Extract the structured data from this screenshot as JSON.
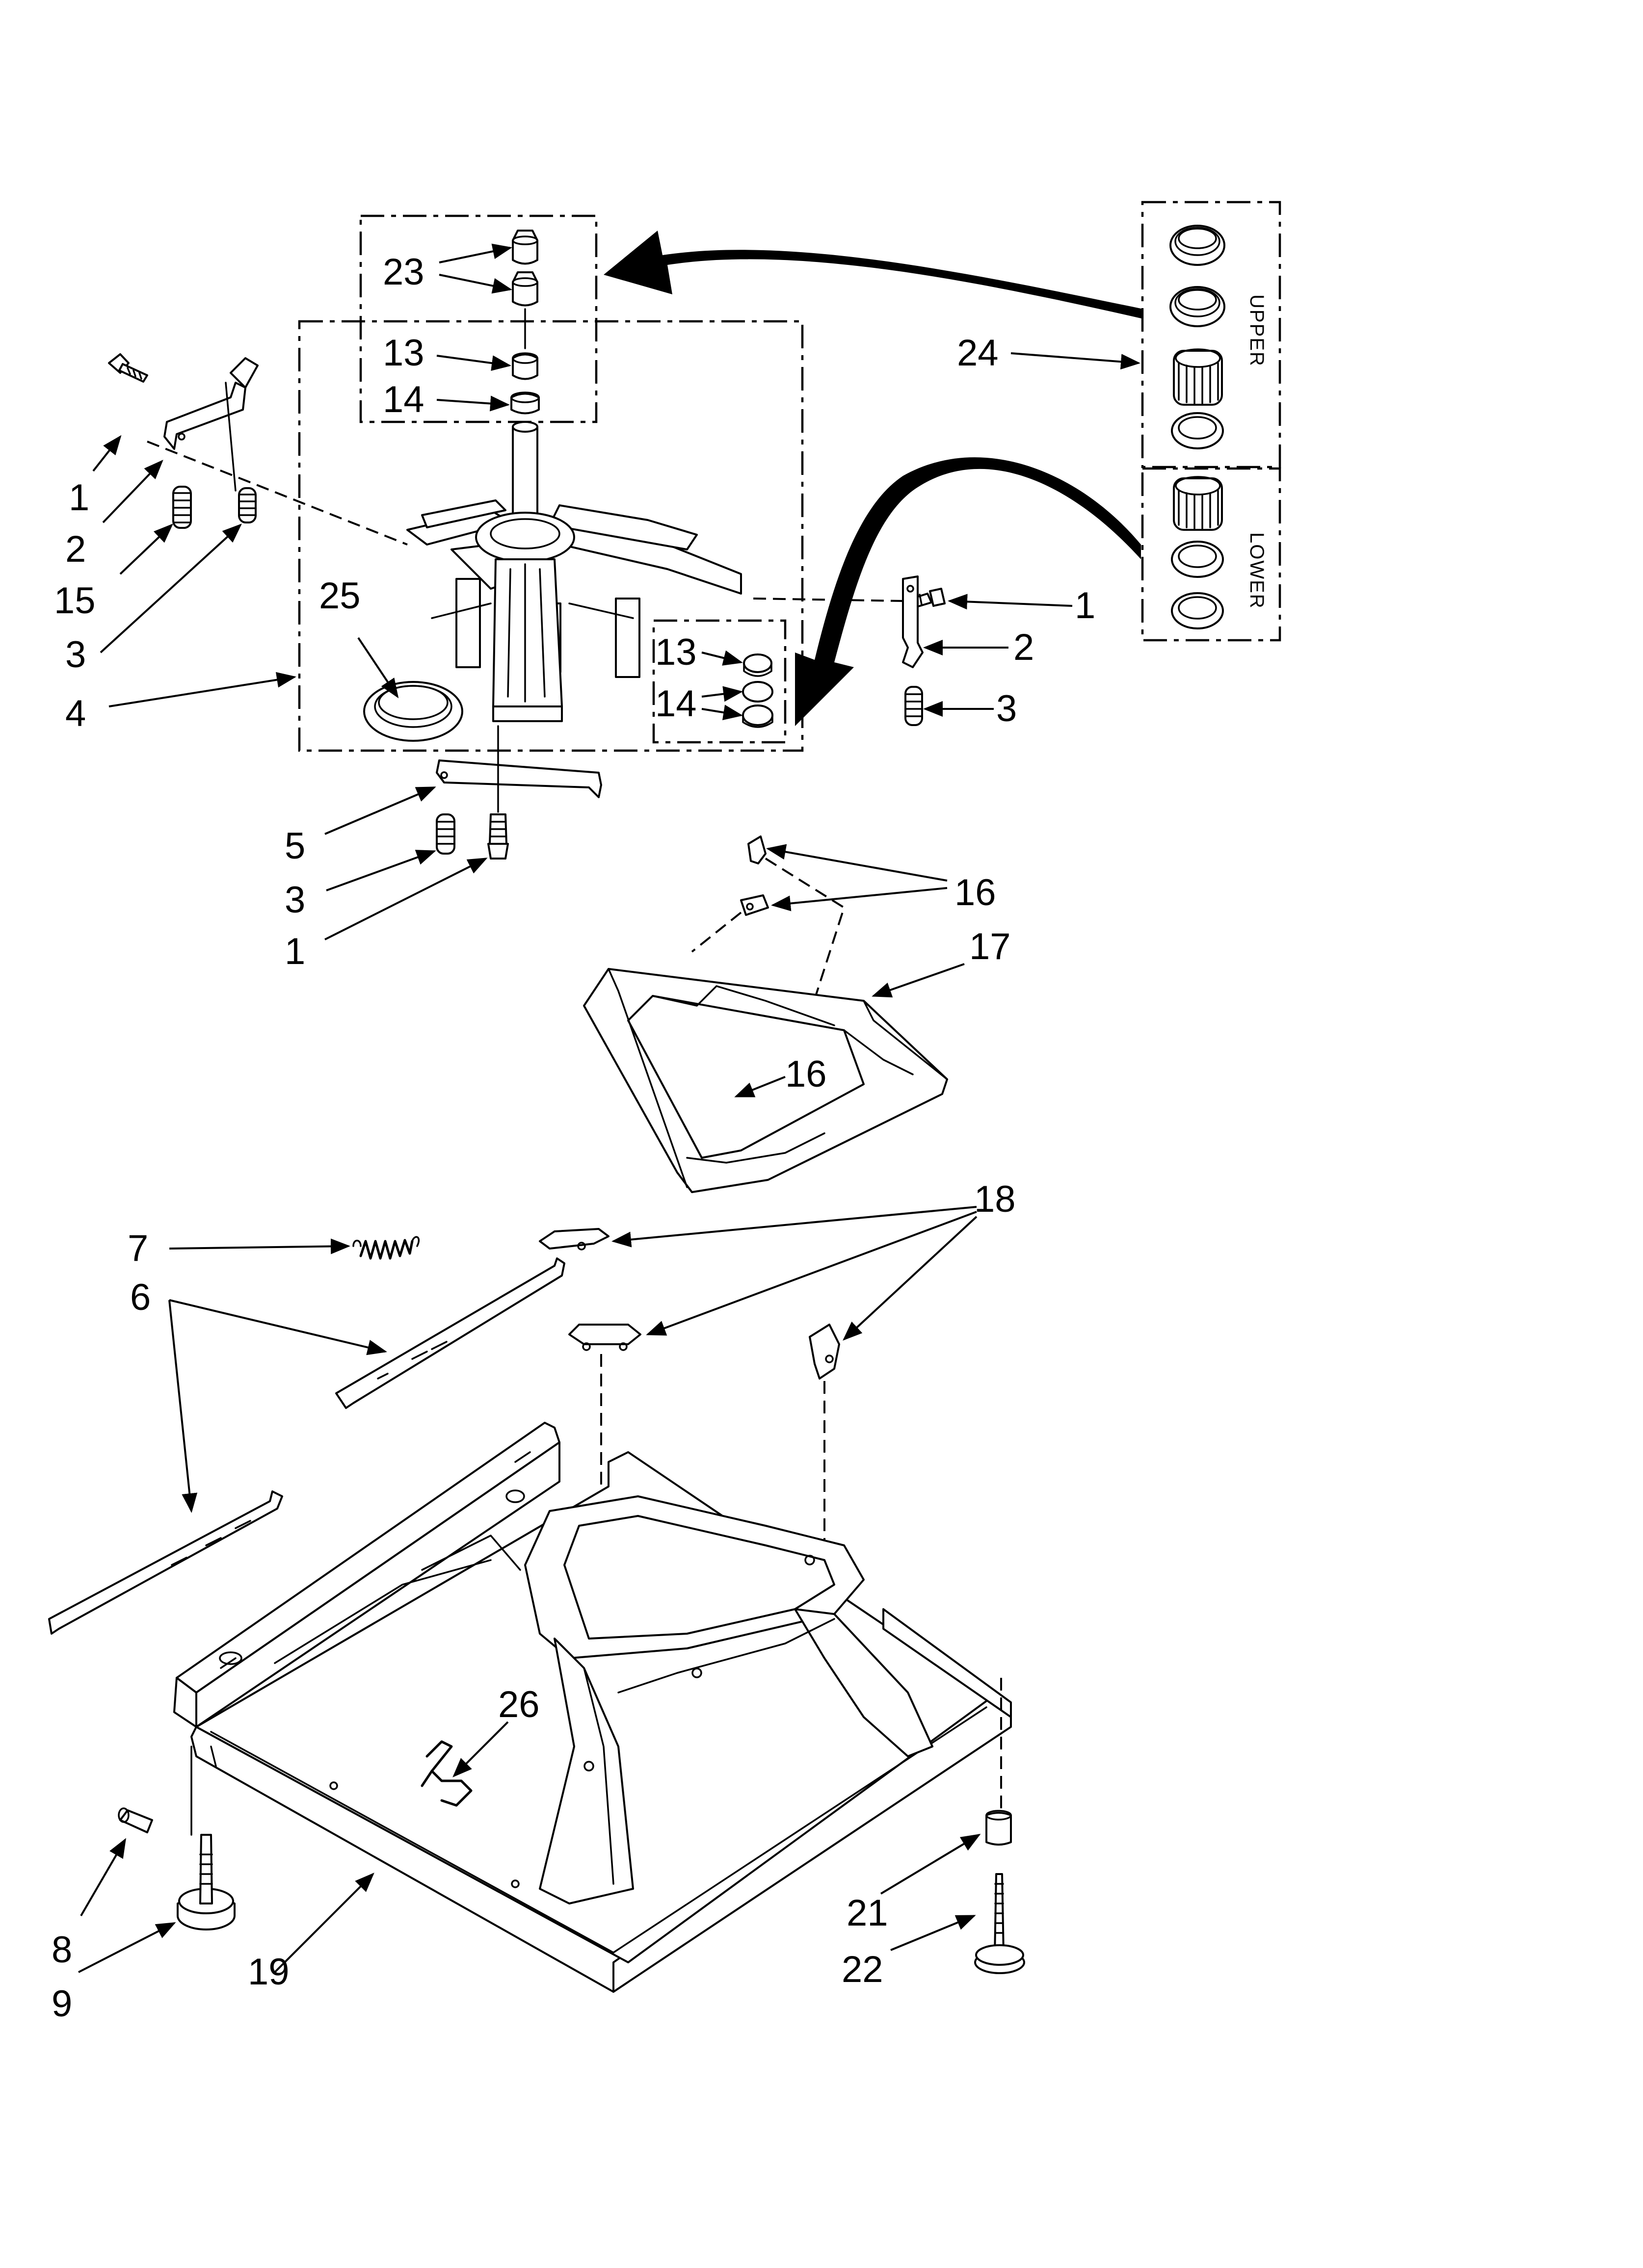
{
  "callouts": {
    "c1a": "1",
    "c2a": "2",
    "c15": "15",
    "c3a": "3",
    "c4": "4",
    "c25": "25",
    "c23": "23",
    "c13a": "13",
    "c14a": "14",
    "c24": "24",
    "c1b": "1",
    "c2b": "2",
    "c3b": "3",
    "c13b": "13",
    "c14b": "14",
    "c5": "5",
    "c3c": "3",
    "c1c": "1",
    "c16a": "16",
    "c17": "17",
    "c16b": "16",
    "c7": "7",
    "c6": "6",
    "c18": "18",
    "c26": "26",
    "c8": "8",
    "c9": "9",
    "c19": "19",
    "c21": "21",
    "c22": "22"
  },
  "kit_labels": {
    "upper": "UPPER",
    "lower": "LOWER"
  }
}
